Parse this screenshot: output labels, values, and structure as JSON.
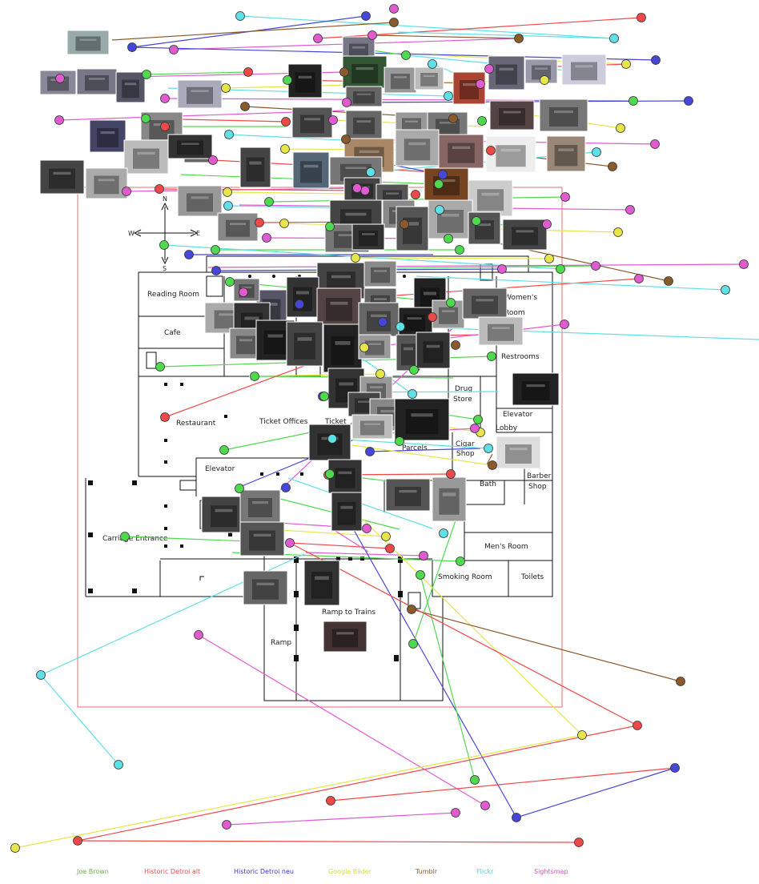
{
  "plan": {
    "rooms": {
      "reading_room": "Reading Room",
      "cafe": "Cafe",
      "restaurant": "Restaurant",
      "ticket_offices": "Ticket Offices",
      "ticket": "Ticket",
      "parcels": "Parcels",
      "womens": "Women's",
      "womens_room": "Room",
      "restrooms": "Restrooms",
      "drug": "Drug",
      "store": "Store",
      "elevator_lobby_1": "Elevator",
      "elevator_lobby_2": "Lobby",
      "cigar": "Cigar",
      "shop": "Shop",
      "elevator": "Elevator",
      "bath": "Bath",
      "barber": "Barber",
      "barber_shop": "Shop",
      "carriage_entrance": "Carriage Entrance",
      "mens_room": "Men's Room",
      "smoking_room": "Smoking Room",
      "toilets": "Toilets",
      "ramp_to_trains": "Ramp to Trains",
      "ramp": "Ramp"
    },
    "compass": {
      "n": "N",
      "s": "S",
      "e": "E",
      "w": "W"
    }
  },
  "colors": {
    "joe_brown": "#4fd94f",
    "historic_alt": "#f04848",
    "historic_neu": "#4646d8",
    "google": "#e6e64a",
    "tumblr": "#8b5a2b",
    "flickr": "#5ee0e6",
    "sightsmap": "#e05ad0"
  },
  "legend": [
    {
      "label": "Joe Brown",
      "color": "#6ab04c"
    },
    {
      "label": "Historic Detroi alt",
      "color": "#e84a4a"
    },
    {
      "label": "Historic Detroi neu",
      "color": "#3a3ac8"
    },
    {
      "label": "Google Bilder",
      "color": "#d8d84a"
    },
    {
      "label": "Tumblr",
      "color": "#8b5a2b"
    },
    {
      "label": "Flickr",
      "color": "#5ac8e0"
    },
    {
      "label": "Sightsmap",
      "color": "#c85ab8"
    }
  ]
}
